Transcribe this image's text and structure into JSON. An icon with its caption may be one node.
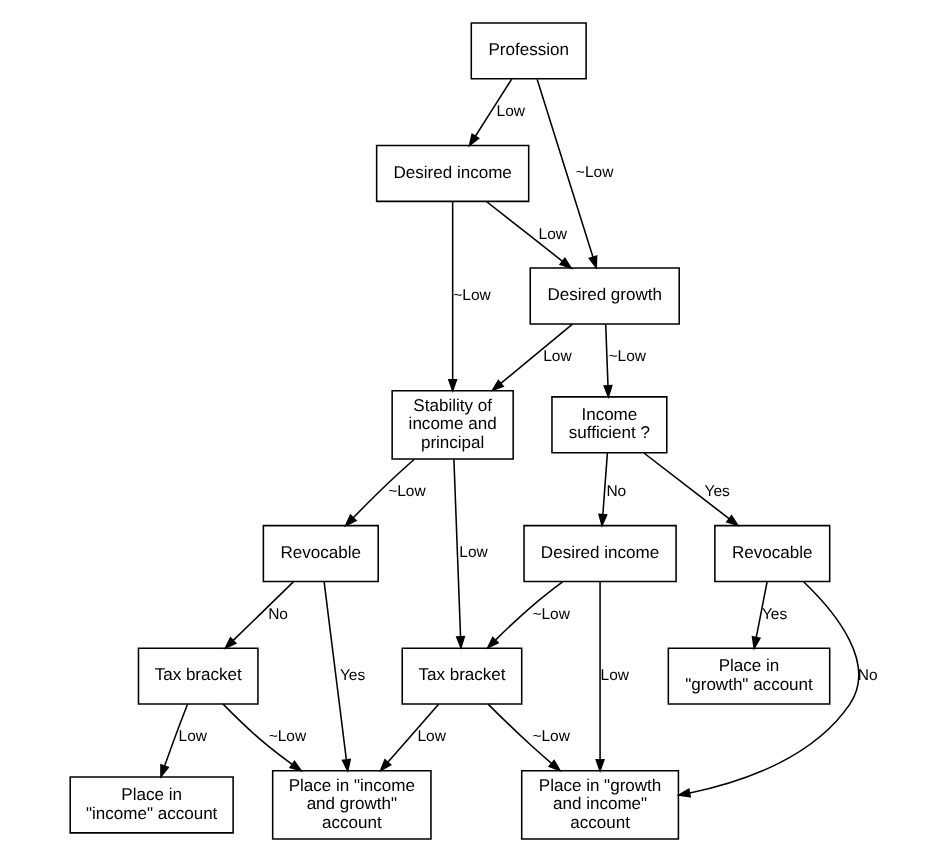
{
  "diagram": {
    "nodes": [
      {
        "text": [
          "Profession"
        ]
      },
      {
        "text": [
          "Desired income"
        ]
      },
      {
        "text": [
          "Desired growth"
        ]
      },
      {
        "text": [
          "Stability of income and principal"
        ]
      },
      {
        "text": [
          "Income sufficient ?"
        ]
      },
      {
        "text": [
          "Desired income"
        ]
      },
      {
        "text": [
          "Revocable"
        ]
      },
      {
        "text": [
          "Revocable"
        ]
      },
      {
        "text": [
          "Tax bracket"
        ]
      },
      {
        "text": [
          "Tax bracket"
        ]
      },
      {
        "text": [
          "Place in \"growth\" account"
        ]
      },
      {
        "text": [
          "Place in \"growth and income\" account"
        ]
      },
      {
        "text": [
          "Place in \"income and growth\" account"
        ]
      },
      {
        "text": [
          "Place in \"income\" account"
        ]
      }
    ],
    "edges": [
      {
        "from": 0,
        "to": 2,
        "arrow": "to",
        "label": "~Low"
      },
      {
        "from": 0,
        "to": 1,
        "arrow": "to",
        "label": "Low"
      },
      {
        "from": 1,
        "to": 2,
        "arrow": "to",
        "label": "Low"
      },
      {
        "from": 2,
        "to": 3,
        "arrow": "to",
        "label": "Low"
      },
      {
        "from": 1,
        "to": 3,
        "arrow": "to",
        "label": "~Low"
      },
      {
        "from": 2,
        "to": 4,
        "arrow": "to",
        "label": "~Low"
      },
      {
        "from": 4,
        "to": 5,
        "arrow": "to",
        "label": "No"
      },
      {
        "from": 4,
        "to": 7,
        "arrow": "to",
        "label": "Yes"
      },
      {
        "from": 3,
        "to": 8,
        "arrow": "to",
        "label": "Low"
      },
      {
        "from": 3,
        "to": 6,
        "arrow": "to",
        "label": "~Low"
      },
      {
        "from": 5,
        "to": 8,
        "arrow": "to",
        "label": "~Low"
      },
      {
        "from": 5,
        "to": 11,
        "arrow": "to",
        "label": "Low"
      },
      {
        "from": 7,
        "to": 10,
        "arrow": "to",
        "label": "Yes"
      },
      {
        "from": 7,
        "to": 11,
        "arrow": "to",
        "label": "No"
      },
      {
        "from": 6,
        "to": 12,
        "arrow": "to",
        "label": "Yes"
      },
      {
        "from": 6,
        "to": 9,
        "arrow": "to",
        "label": "No"
      },
      {
        "from": 8,
        "to": 11,
        "arrow": "to",
        "label": "~Low"
      },
      {
        "from": 8,
        "to": 12,
        "arrow": "to",
        "label": "Low"
      },
      {
        "from": 9,
        "to": 12,
        "arrow": "to",
        "label": "~Low"
      },
      {
        "from": 9,
        "to": 13,
        "arrow": "to",
        "label": "Low"
      }
    ]
  }
}
